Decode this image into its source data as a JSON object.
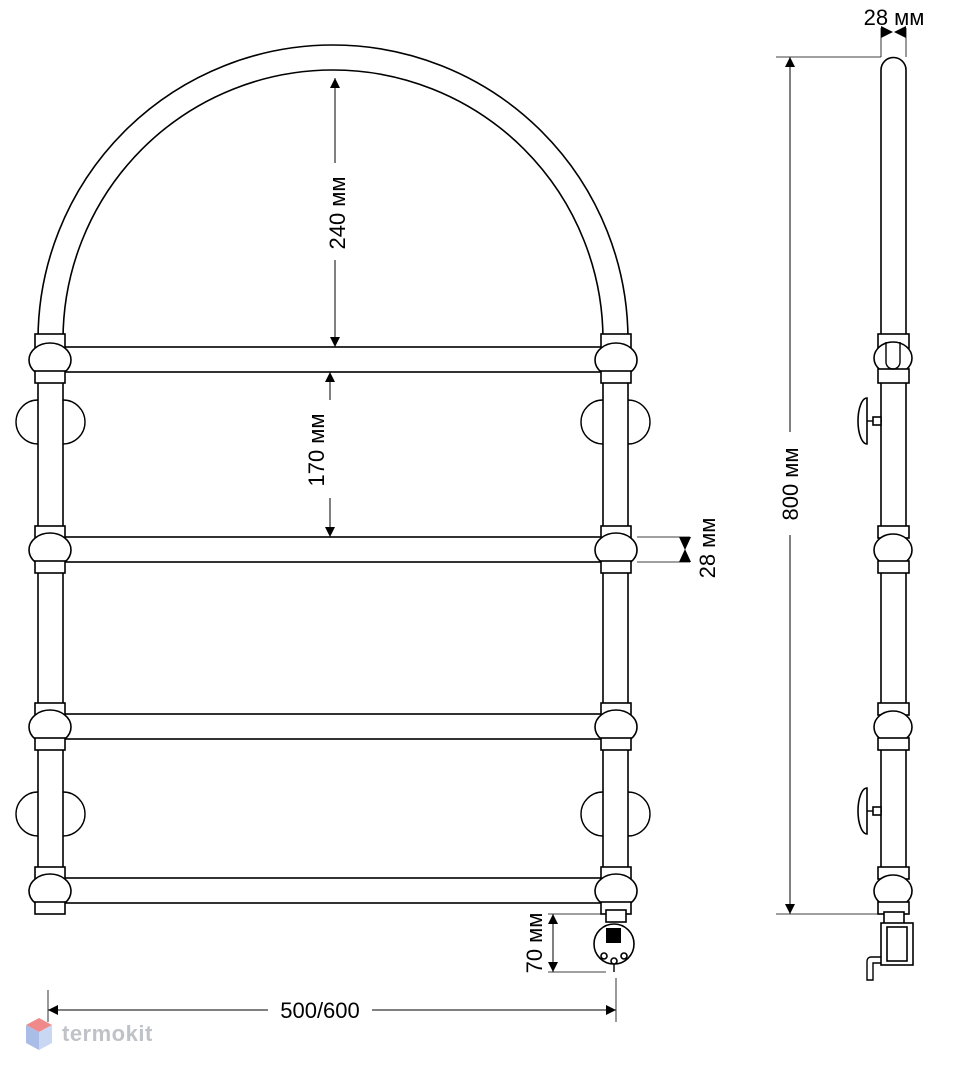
{
  "dimensions": {
    "arch_height": "240 мм",
    "bar_spacing": "170 мм",
    "tube_diameter_front": "28 мм",
    "depth": "28 мм",
    "total_height": "800 мм",
    "heater_offset": "70 мм",
    "width": "500/600"
  },
  "brand": {
    "name": "termokit",
    "colors": {
      "top": "#f08a8a",
      "left": "#a9bde6",
      "right": "#c9d7f2"
    }
  }
}
